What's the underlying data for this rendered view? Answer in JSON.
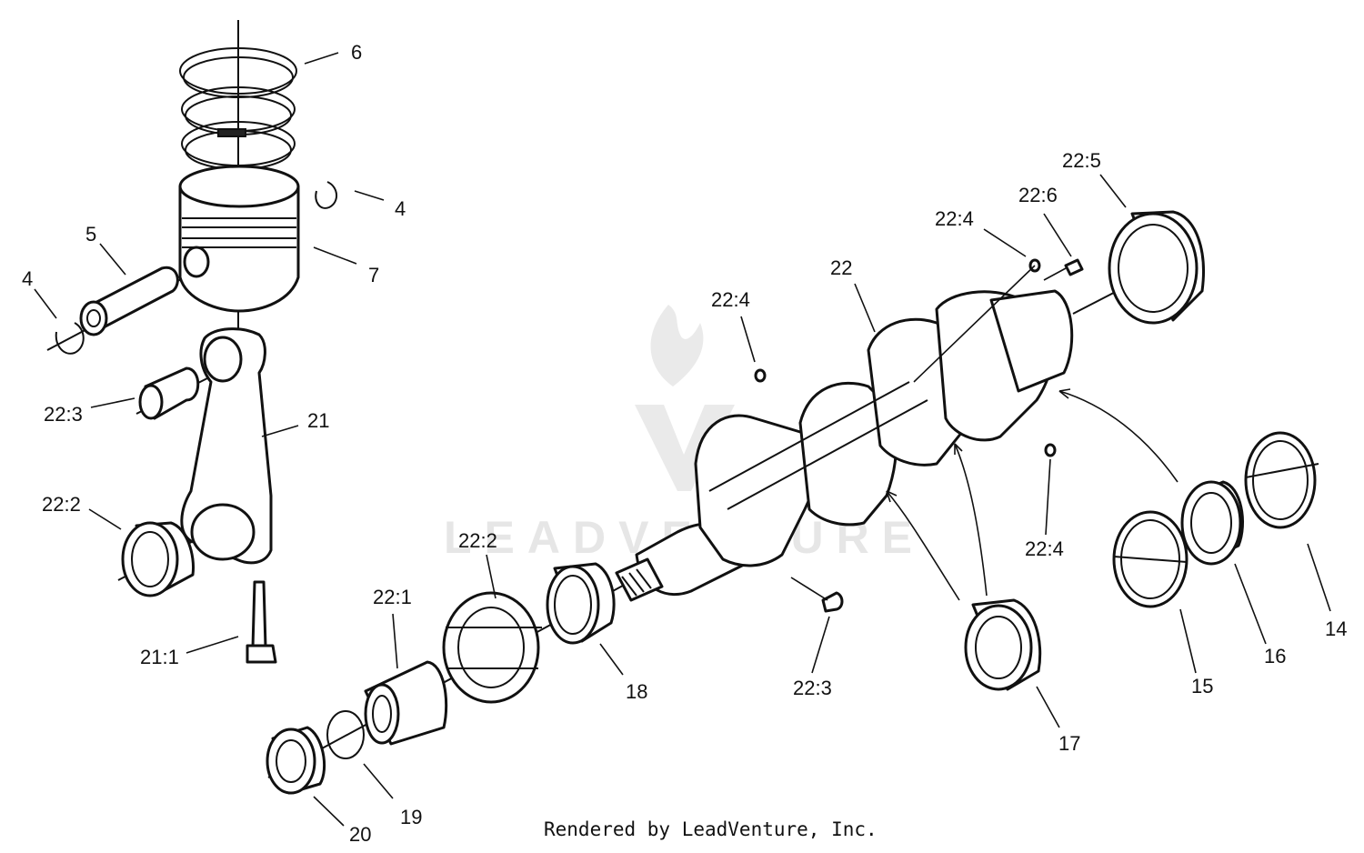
{
  "diagram": {
    "watermark": "LEADVENTURE",
    "credit": "Rendered by LeadVenture, Inc.",
    "callouts": [
      {
        "id": "c6",
        "label": "6"
      },
      {
        "id": "c4a",
        "label": "4"
      },
      {
        "id": "c5",
        "label": "5"
      },
      {
        "id": "c7",
        "label": "7"
      },
      {
        "id": "c4b",
        "label": "4"
      },
      {
        "id": "c223a",
        "label": "22:3"
      },
      {
        "id": "c21",
        "label": "21"
      },
      {
        "id": "c222a",
        "label": "22:2"
      },
      {
        "id": "c211",
        "label": "21:1"
      },
      {
        "id": "c221",
        "label": "22:1"
      },
      {
        "id": "c222b",
        "label": "22:2"
      },
      {
        "id": "c18",
        "label": "18"
      },
      {
        "id": "c20",
        "label": "20"
      },
      {
        "id": "c19",
        "label": "19"
      },
      {
        "id": "c224a",
        "label": "22:4"
      },
      {
        "id": "c22",
        "label": "22"
      },
      {
        "id": "c224b",
        "label": "22:4"
      },
      {
        "id": "c226",
        "label": "22:6"
      },
      {
        "id": "c225",
        "label": "22:5"
      },
      {
        "id": "c224c",
        "label": "22:4"
      },
      {
        "id": "c223b",
        "label": "22:3"
      },
      {
        "id": "c17",
        "label": "17"
      },
      {
        "id": "c15",
        "label": "15"
      },
      {
        "id": "c16",
        "label": "16"
      },
      {
        "id": "c14",
        "label": "14"
      }
    ]
  }
}
